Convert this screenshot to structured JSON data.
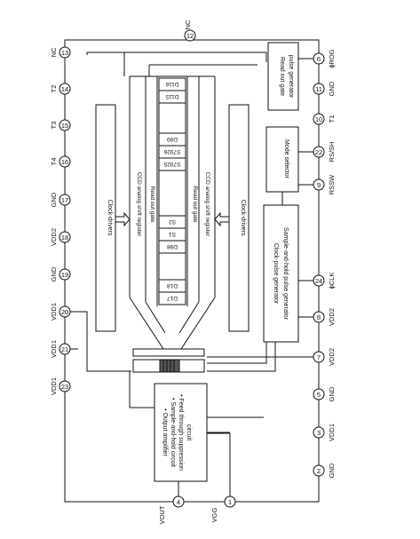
{
  "pins": {
    "top": [
      {
        "num": "13",
        "label": "NC"
      },
      {
        "num": "14",
        "label": "T2"
      },
      {
        "num": "15",
        "label": "T3"
      },
      {
        "num": "16",
        "label": "T4"
      },
      {
        "num": "17",
        "label": "GND"
      },
      {
        "num": "18",
        "label": "VDD2"
      },
      {
        "num": "19",
        "label": "GND"
      },
      {
        "num": "20",
        "label": "VDD1"
      },
      {
        "num": "21",
        "label": "VDD1"
      },
      {
        "num": "23",
        "label": "VDD1"
      }
    ],
    "right": [
      {
        "num": "12",
        "label": "NC"
      }
    ],
    "bottom": [
      {
        "num": "6",
        "label": "ϕROG"
      },
      {
        "num": "11",
        "label": "GND"
      },
      {
        "num": "10",
        "label": "T1"
      },
      {
        "num": "22",
        "label": "RS/SH"
      },
      {
        "num": "9",
        "label": "RSSW"
      },
      {
        "num": "24",
        "label": "ϕCLK"
      },
      {
        "num": "8",
        "label": "VDD2"
      },
      {
        "num": "7",
        "label": "VDD2"
      },
      {
        "num": "5",
        "label": "GND"
      },
      {
        "num": "3",
        "label": "VDD1"
      },
      {
        "num": "2",
        "label": "GND"
      }
    ],
    "left": [
      {
        "num": "4",
        "label": "VOUT"
      },
      {
        "num": "1",
        "label": "VGG"
      }
    ]
  },
  "blocks": {
    "read_out_gate_pulse_generator": [
      "Read out gate",
      "pulse generator"
    ],
    "mode_selector": "Mode selector",
    "clock_pulse_generator": [
      "Clock-pulse generator",
      "Sample-and-hold pulse generator"
    ],
    "output_amplifier": [
      "• Output amplifier",
      "• Sample-and-hold circuit",
      "• Feed through suppression",
      "  circuit"
    ],
    "clock_drivers_left": "Clock-drivers",
    "clock_drivers_right": "Clock-drivers",
    "ccd_shift_register_left": "CCD analog shift register",
    "ccd_shift_register_right": "CCD analog shift register",
    "read_out_gate_left": "Read out gate",
    "read_out_gate_right": "Read out gate"
  },
  "sensor_cells": [
    "D116",
    "D115",
    "D99",
    "S7926",
    "S7925",
    "S2",
    "S1",
    "D98",
    "D18",
    "D17"
  ]
}
